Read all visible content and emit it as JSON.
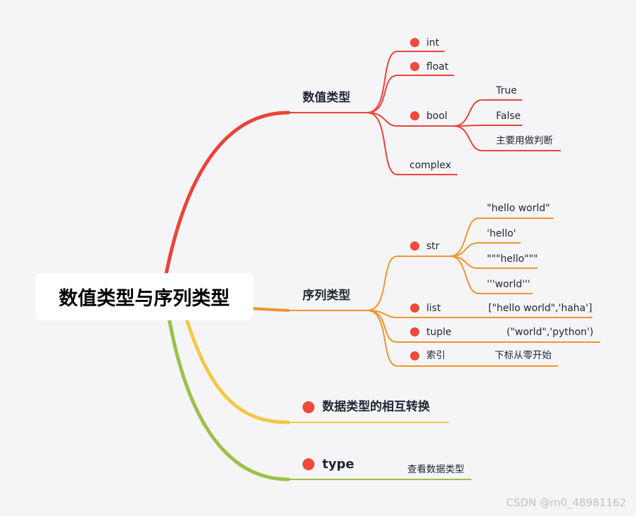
{
  "root": {
    "label": "数值类型与序列类型"
  },
  "colors": {
    "numeric": "#ec4338",
    "sequence": "#f0942e",
    "conversion": "#f3c845",
    "type": "#9ebf49",
    "dot": "#f0493e"
  },
  "branches": {
    "numeric": {
      "label": "数值类型",
      "children": {
        "int": "int",
        "float": "float",
        "bool": "bool",
        "complex": "complex"
      },
      "bool_children": [
        "True",
        "False",
        "主要用做判断"
      ]
    },
    "sequence": {
      "label": "序列类型",
      "children": {
        "str": "str",
        "list": "list",
        "tuple": "tuple",
        "index": "索引"
      },
      "str_children": [
        "\"hello world\"",
        "'hello'",
        "\"\"\"hello\"\"\"",
        "'''world'''"
      ],
      "list_note": "[\"hello world\",'haha']",
      "tuple_note": "(\"world\",'python')",
      "index_note": "下标从零开始"
    },
    "conversion": {
      "label": "数据类型的相互转换"
    },
    "type": {
      "label": "type",
      "note": "查看数据类型"
    }
  },
  "watermark": "CSDN @m0_48981162"
}
